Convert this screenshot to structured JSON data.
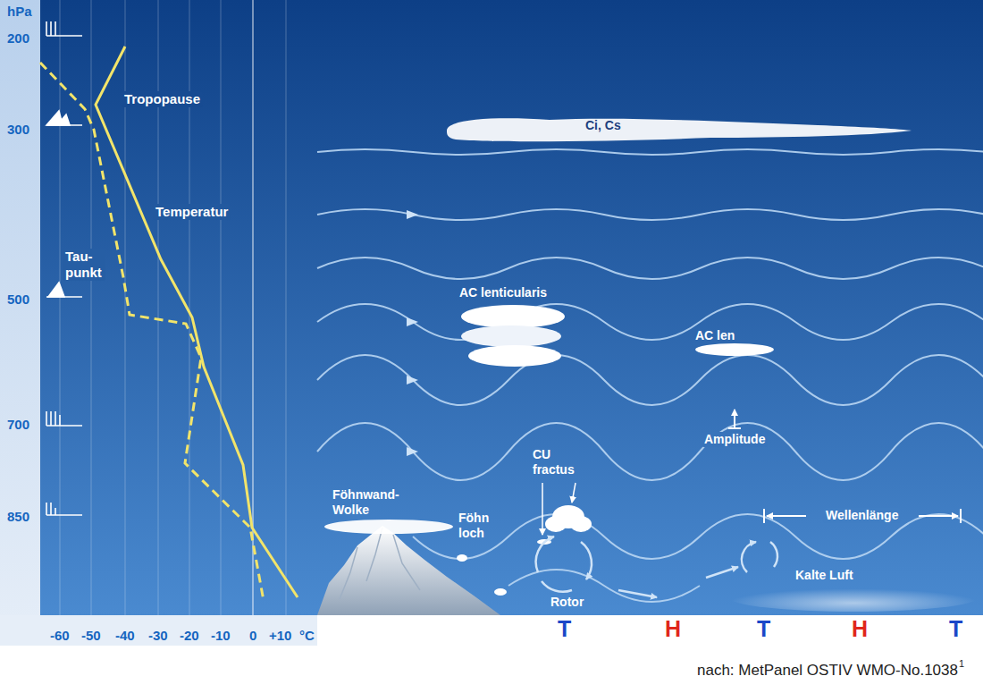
{
  "diagram": {
    "caption": "nach: MetPanel OSTIV WMO-No.1038",
    "nodes": [
      {
        "text": [
          "Ci, Cs"
        ]
      },
      {
        "text": [
          "AC lenticularis"
        ]
      },
      {
        "text": [
          "AC len"
        ]
      },
      {
        "text": [
          "Föhnwand- Wolke"
        ]
      },
      {
        "text": [
          "Kalte Luft"
        ]
      }
    ],
    "labels": [
      "hPa",
      "200",
      "300",
      "500",
      "700",
      "850",
      "Tropopause",
      "Temperatur",
      "Tau- punkt",
      "-60",
      "-50",
      "-40",
      "-30",
      "-20",
      "-10",
      "0",
      "+10",
      "°C",
      "Föhn loch",
      "CU fractus",
      "Rotor",
      "Amplitude",
      "Wellenlänge",
      "T",
      "H",
      "T",
      "H",
      "T",
      "1"
    ]
  }
}
